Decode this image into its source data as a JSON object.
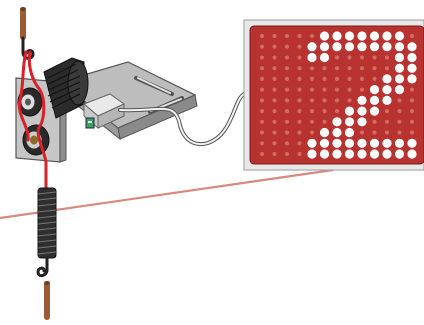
{
  "display": {
    "value": "2",
    "background_color": "#b8322f",
    "lit_color": "#ffffff",
    "unlit_color": "#d46a64",
    "rows": 12,
    "cols": 13
  },
  "colors": {
    "rubber_band": "#d8222a",
    "pointer_line": "#d6897c",
    "bracket": "#9a9a9a",
    "motor": "#2b2b2b",
    "spring": "#3a3a3a",
    "peg": "#9c5a35",
    "cable": "#555555",
    "sensor_board": "#d6d6d6"
  },
  "icons": {
    "top_hook": "hook-icon",
    "bottom_hook": "hook-icon",
    "motor": "motor-icon",
    "spring": "spring-icon"
  }
}
